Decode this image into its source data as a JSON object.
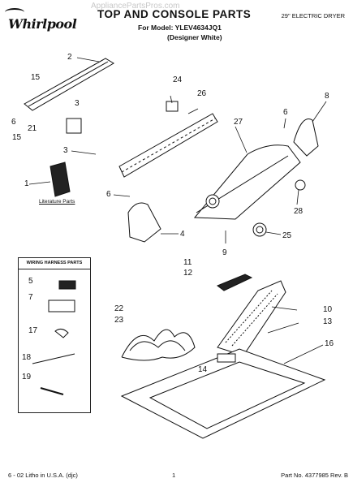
{
  "header": {
    "brand": "Whirlpool",
    "watermark": "AppliancePartsPros.com",
    "title": "TOP AND CONSOLE PARTS",
    "model_line": "For Model: YLEV4634JQ1",
    "variant_line": "(Designer White)",
    "product": "29\" ELECTRIC DRYER"
  },
  "diagram": {
    "literature_label": "Literature Parts",
    "harness_title": "WIRING HARNESS PARTS",
    "callouts": {
      "c1": "1",
      "c2": "2",
      "c3a": "3",
      "c3b": "3",
      "c4": "4",
      "c5": "5",
      "c6a": "6",
      "c6b": "6",
      "c7": "7",
      "c8": "8",
      "c9": "9",
      "c10": "10",
      "c11": "11",
      "c12": "12",
      "c13": "13",
      "c14": "14",
      "c15a": "15",
      "c15b": "15",
      "c16": "16",
      "c17": "17",
      "c18": "18",
      "c19": "19",
      "c21": "21",
      "c22": "22",
      "c23": "23",
      "c24": "24",
      "c25": "25",
      "c26": "26",
      "c27": "27",
      "c28": "28"
    }
  },
  "footer": {
    "print_info": "6 - 02 Litho in U.S.A. (djc)",
    "page": "1",
    "part_no": "Part No. 4377985 Rev. B"
  }
}
